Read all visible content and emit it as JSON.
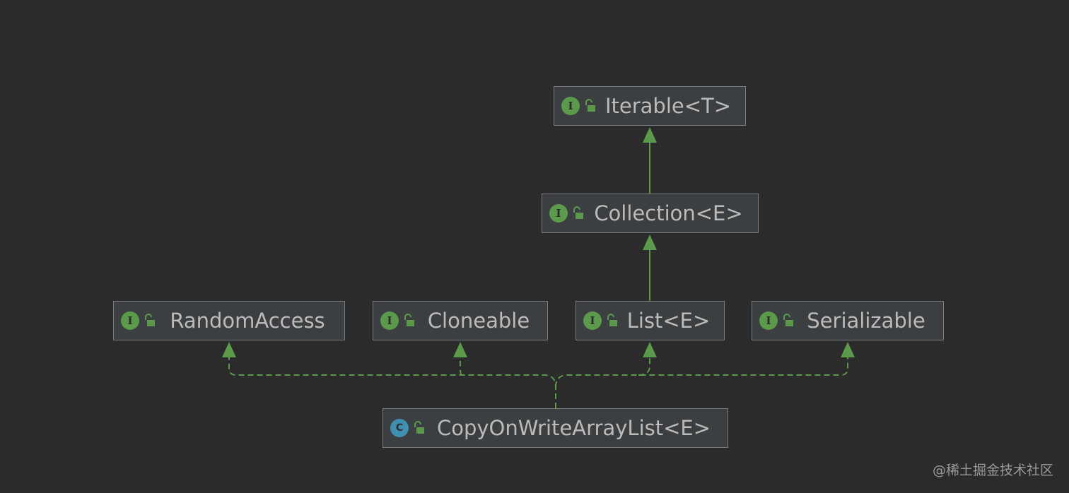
{
  "diagram": {
    "nodes": [
      {
        "id": "iterable",
        "label": "Iterable<T>",
        "kind": "interface",
        "badge": "I"
      },
      {
        "id": "collection",
        "label": "Collection<E>",
        "kind": "interface",
        "badge": "I"
      },
      {
        "id": "random-access",
        "label": "RandomAccess",
        "kind": "interface",
        "badge": "I"
      },
      {
        "id": "cloneable",
        "label": "Cloneable",
        "kind": "interface",
        "badge": "I"
      },
      {
        "id": "list",
        "label": "List<E>",
        "kind": "interface",
        "badge": "I"
      },
      {
        "id": "serializable",
        "label": "Serializable",
        "kind": "interface",
        "badge": "I"
      },
      {
        "id": "copy-on-write-array-list",
        "label": "CopyOnWriteArrayList<E>",
        "kind": "class",
        "badge": "C"
      }
    ],
    "edges": [
      {
        "from": "collection",
        "to": "iterable",
        "style": "solid"
      },
      {
        "from": "list",
        "to": "collection",
        "style": "solid"
      },
      {
        "from": "copy-on-write-array-list",
        "to": "random-access",
        "style": "dashed"
      },
      {
        "from": "copy-on-write-array-list",
        "to": "cloneable",
        "style": "dashed"
      },
      {
        "from": "copy-on-write-array-list",
        "to": "list",
        "style": "dashed"
      },
      {
        "from": "copy-on-write-array-list",
        "to": "serializable",
        "style": "dashed"
      }
    ]
  },
  "colors": {
    "background": "#2b2b2b",
    "node_fill": "#3c3f41",
    "node_border": "#7a7d80",
    "text": "#bbbbbb",
    "interface_badge": "#5a9a4a",
    "class_badge": "#3f8fb0",
    "edge": "#5a9a4a"
  },
  "watermark": "@稀土掘金技术社区"
}
